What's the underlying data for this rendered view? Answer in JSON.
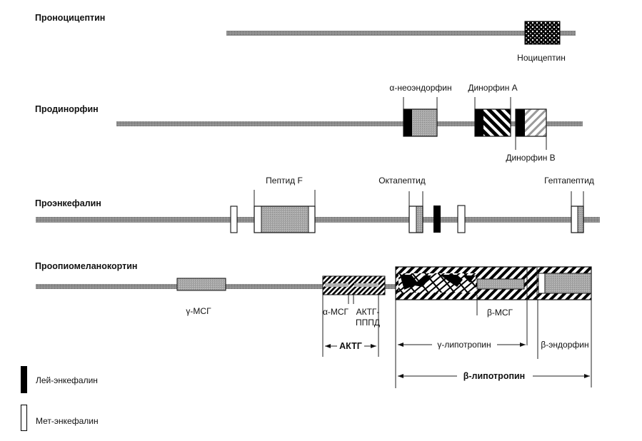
{
  "colors": {
    "strand": "#8c8c8c",
    "peptide_fill": "#a8a8a8",
    "leu_enkephalin": "#000000",
    "met_enkephalin": "#ffffff",
    "outline": "#111111"
  },
  "precursors": [
    {
      "id": "pronociceptin",
      "title": "Проноцицептин",
      "peptides": [
        {
          "label": "Ноцицептин",
          "pattern": "dotted-black"
        }
      ]
    },
    {
      "id": "prodynorphin",
      "title": "Продинорфин",
      "peptides": [
        {
          "label": "α-неоэндорфин",
          "pattern": "leu-enk + gray"
        },
        {
          "label": "Динорфин А",
          "pattern": "leu-enk + diagonal-stripes"
        },
        {
          "label": "Динорфин В",
          "pattern": "leu-enk + light-diagonal-stripes"
        }
      ]
    },
    {
      "id": "proenkephalin",
      "title": "Проэнкефалин",
      "peptides": [
        {
          "label": "Пептид F",
          "pattern": "met-enk + gray + met-enk"
        },
        {
          "label": "Октапептид",
          "pattern": "met-enk + gray"
        },
        {
          "label": "Гептапептид",
          "pattern": "met-enk + gray"
        }
      ]
    },
    {
      "id": "proopiomelanocortin",
      "title": "Проопиомеланокортин",
      "peptides": [
        {
          "label": "γ-МСГ",
          "pattern": "gray"
        },
        {
          "label": "α-МСГ",
          "pattern": "hatched"
        },
        {
          "label": "АКТГ-ПППД",
          "label_lines": [
            "АКТГ-",
            "ПППД"
          ],
          "pattern": "hatched"
        },
        {
          "label": "β-МСГ",
          "pattern": "gray"
        },
        {
          "label": "β-эндорфин",
          "pattern": "met-enk + gray"
        }
      ],
      "spans": [
        {
          "label": "АКТГ",
          "bold": true
        },
        {
          "label": "γ-липотропин",
          "bold": false
        },
        {
          "label": "β-липотропин",
          "bold": true
        }
      ]
    }
  ],
  "legend": [
    {
      "label": "Лей-энкефалин",
      "swatch": "black"
    },
    {
      "label": "Мет-энкефалин",
      "swatch": "white"
    }
  ]
}
